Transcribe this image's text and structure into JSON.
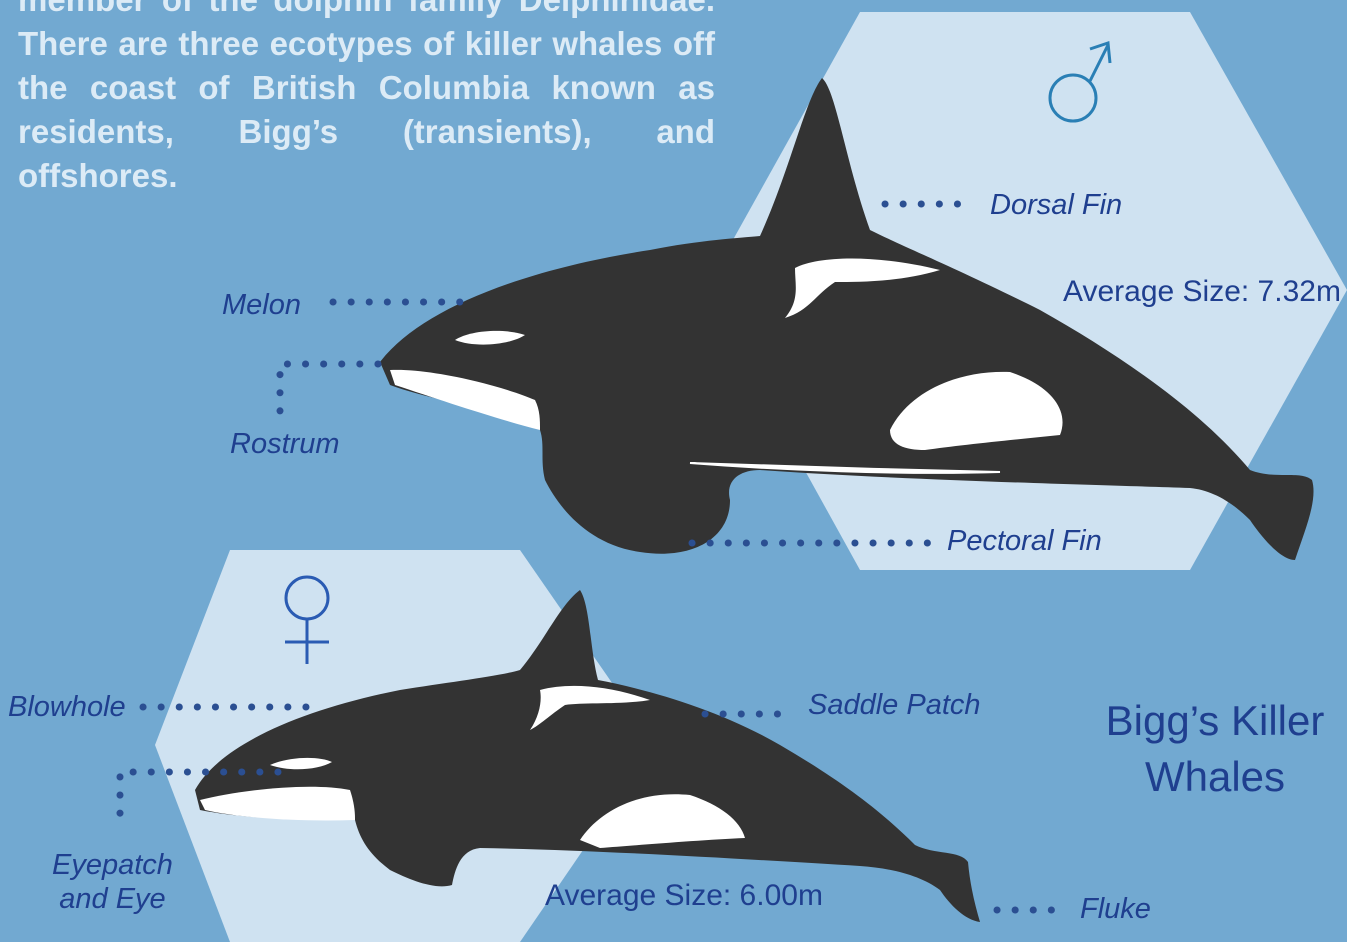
{
  "intro": {
    "text": "member of the dolphin family Delphinidae. There are three ecotypes of killer whales off the coast of British Columbia known as residents, Bigg’s (transients), and offshores."
  },
  "title": "Bigg’s Killer Whales",
  "male": {
    "symbol": "♂",
    "average_size": "Average Size: 7.32m",
    "labels": {
      "melon": "Melon",
      "rostrum": "Rostrum",
      "dorsal_fin": "Dorsal Fin",
      "pectoral_fin": "Pectoral Fin"
    }
  },
  "female": {
    "symbol": "♀",
    "average_size": "Average Size: 6.00m",
    "labels": {
      "blowhole": "Blowhole",
      "eyepatch": "Eyepatch\nand Eye",
      "saddle_patch": "Saddle Patch",
      "fluke": "Fluke"
    }
  },
  "colors": {
    "background": "#72a9d1",
    "hexagon": "#cfe2f1",
    "whale_body": "#333333",
    "label_text": "#1f3f8f",
    "symbol": "#2a7fb5",
    "intro_text": "#dcebf6"
  }
}
